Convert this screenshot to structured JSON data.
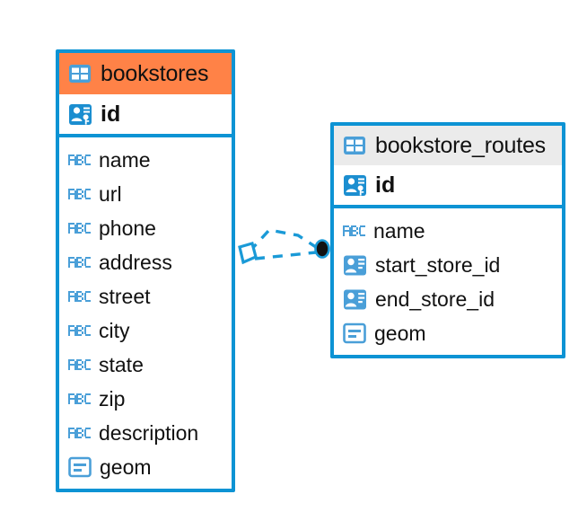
{
  "diagram": {
    "type": "entity-relationship-diagram",
    "background_color": "#ffffff",
    "accent_color": "#0d93d4",
    "highlight_color": "#ff8247",
    "header_neutral_color": "#ebebeb",
    "icon_blue": "#4a9fd8"
  },
  "entities": [
    {
      "name": "bookstores",
      "icon": "table-icon",
      "header_style": "highlighted",
      "primary_key": {
        "name": "id",
        "icon": "primary-key-icon"
      },
      "fields": [
        {
          "name": "name",
          "icon": "text-type-icon"
        },
        {
          "name": "url",
          "icon": "text-type-icon"
        },
        {
          "name": "phone",
          "icon": "text-type-icon"
        },
        {
          "name": "address",
          "icon": "text-type-icon"
        },
        {
          "name": "street",
          "icon": "text-type-icon"
        },
        {
          "name": "city",
          "icon": "text-type-icon"
        },
        {
          "name": "state",
          "icon": "text-type-icon"
        },
        {
          "name": "zip",
          "icon": "text-type-icon"
        },
        {
          "name": "description",
          "icon": "text-type-icon"
        },
        {
          "name": "geom",
          "icon": "geometry-type-icon"
        }
      ]
    },
    {
      "name": "bookstore_routes",
      "icon": "table-icon",
      "header_style": "neutral",
      "primary_key": {
        "name": "id",
        "icon": "primary-key-icon"
      },
      "fields": [
        {
          "name": "name",
          "icon": "text-type-icon"
        },
        {
          "name": "start_store_id",
          "icon": "foreign-key-icon"
        },
        {
          "name": "end_store_id",
          "icon": "foreign-key-icon"
        },
        {
          "name": "geom",
          "icon": "geometry-type-icon"
        }
      ]
    }
  ],
  "relationship": {
    "from_entity": "bookstores",
    "to_entity": "bookstore_routes",
    "line_style": "dashed",
    "source_marker": "zero-or-one-diamond",
    "target_marker": "filled-circle"
  }
}
